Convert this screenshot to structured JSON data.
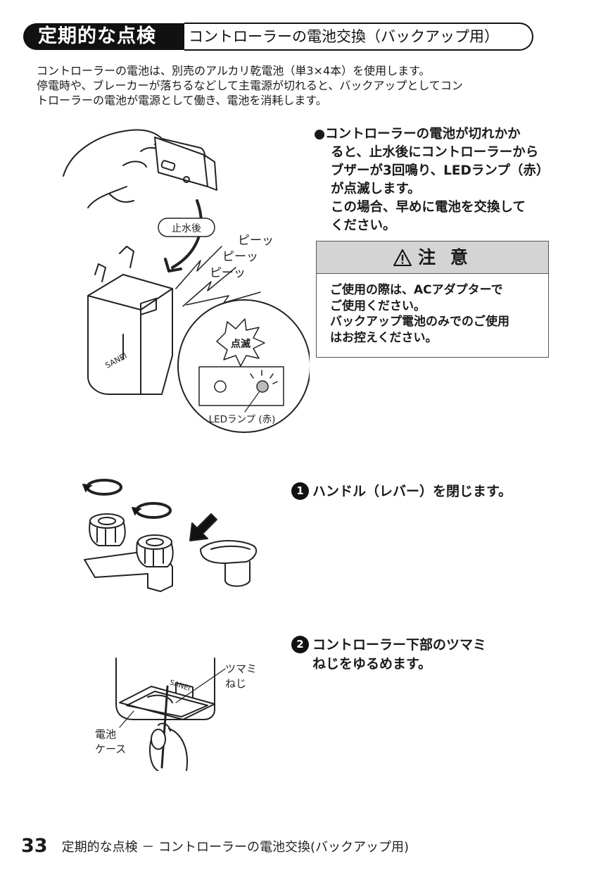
{
  "header": {
    "title": "定期的な点検",
    "subtitle": "コントローラーの電池交換（バックアップ用）"
  },
  "intro": {
    "lines": [
      "コントローラーの電池は、別売のアルカリ乾電池（単3×4本）を使用します。",
      "停電時や、ブレーカーが落ちるなどして主電源が切れると、バックアップとしてコン",
      "トローラーの電池が電源として働き、電池を消耗します。"
    ]
  },
  "note": {
    "lines": [
      "●コントローラーの電池が切れかか",
      "ると、止水後にコントローラーから",
      "ブザーが3回鳴り、LEDランプ（赤）",
      "が点滅します。",
      "この場合、早めに電池を交換して",
      "ください。"
    ]
  },
  "caution": {
    "icon": "warning-triangle-icon",
    "title": "注 意",
    "lines": [
      "ご使用の際は、ACアダプターで",
      "ご使用ください。",
      "バックアップ電池のみでのご使用",
      "はお控えください。"
    ]
  },
  "figure1": {
    "after_stop": "止水後",
    "beep1": "ピーッ",
    "beep2": "ピーッ",
    "beep3": "ピーッ",
    "blink": "点滅",
    "led_label": "LEDランプ (赤)",
    "brand": "SANEI"
  },
  "step1": {
    "number": "1",
    "text": "ハンドル（レバー）を閉じます。"
  },
  "step2": {
    "number": "2",
    "text_line1": "コントローラー下部のツマミ",
    "text_line2": "ねじをゆるめます。"
  },
  "figure3": {
    "screw_line1": "ツマミ",
    "screw_line2": "ねじ",
    "case_line1": "電池",
    "case_line2": "ケース",
    "brand": "SANEI"
  },
  "footer": {
    "page_number": "33",
    "text": "定期的な点検 － コントローラーの電池交換(バックアップ用)"
  }
}
